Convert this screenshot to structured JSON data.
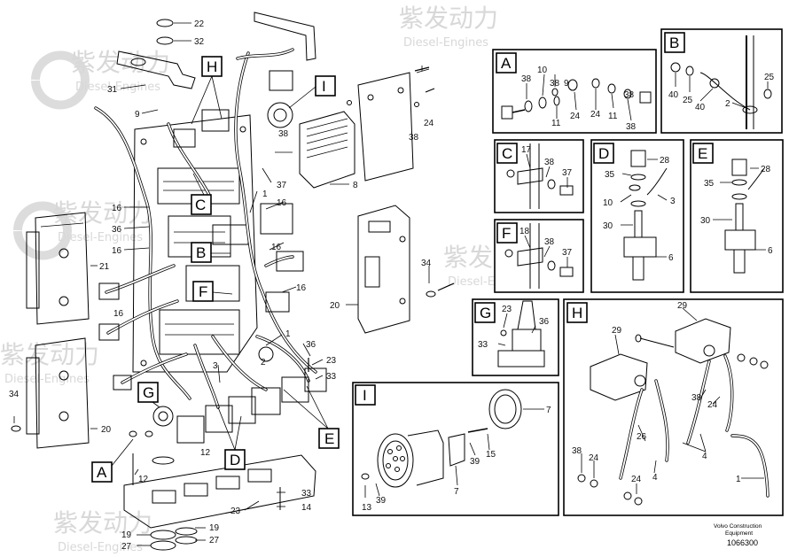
{
  "watermarks": [
    {
      "text": "紫发动力",
      "sub": "Diesel-Engines"
    },
    {
      "text": "紫发动力",
      "sub": "Diesel-Engines"
    },
    {
      "text": "紫发动力",
      "sub": "Diesel-Engines"
    },
    {
      "text": "紫发动力",
      "sub": "Diesel-Engines"
    },
    {
      "text": "紫发动力",
      "sub": "Diesel-Engines"
    },
    {
      "text": "紫发动力",
      "sub": "Diesel-Engines"
    }
  ],
  "callouts_main": [
    "22",
    "32",
    "31",
    "9",
    "38",
    "24",
    "38",
    "37",
    "8",
    "16",
    "36",
    "16",
    "16",
    "16",
    "16",
    "16",
    "21",
    "1",
    "34",
    "20",
    "1",
    "36",
    "23",
    "33",
    "2",
    "3",
    "34",
    "20",
    "12",
    "12",
    "33",
    "14",
    "19",
    "27",
    "19",
    "27",
    "23"
  ],
  "detail_letters": [
    "A",
    "B",
    "C",
    "D",
    "E",
    "F",
    "G",
    "H",
    "I"
  ],
  "main_letters": [
    "H",
    "I",
    "C",
    "B",
    "F",
    "G",
    "D",
    "E",
    "A"
  ],
  "detail_A": [
    "38",
    "10",
    "38",
    "9",
    "11",
    "24",
    "24",
    "11",
    "38",
    "38"
  ],
  "detail_B": [
    "25",
    "40",
    "25",
    "40",
    "2"
  ],
  "detail_C": [
    "17",
    "38",
    "37"
  ],
  "detail_D": [
    "28",
    "35",
    "10",
    "3",
    "30",
    "6"
  ],
  "detail_E": [
    "28",
    "35",
    "30",
    "6"
  ],
  "detail_F": [
    "18",
    "38",
    "37"
  ],
  "detail_G": [
    "23",
    "36",
    "33"
  ],
  "detail_H": [
    "29",
    "29",
    "38",
    "24",
    "26",
    "4",
    "38",
    "24",
    "24",
    "4",
    "1"
  ],
  "detail_I": [
    "7",
    "39",
    "15",
    "13",
    "39",
    "7"
  ],
  "footer": {
    "company": "Volvo Construction",
    "division": "Equipment",
    "number": "1066300"
  }
}
